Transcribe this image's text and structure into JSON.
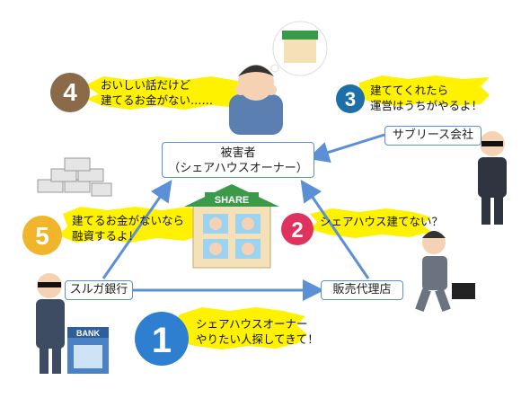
{
  "nodes": {
    "victim": {
      "line1": "被害者",
      "line2": "（シェアハウスオーナー）"
    },
    "sublease": "サブリース会社",
    "bank": "スルガ銀行",
    "agent": "販売代理店"
  },
  "steps": [
    {
      "num": "1",
      "line1": "シェアハウスオーナー",
      "line2": "やりたい人探してきて！",
      "color": "#2f7fd0"
    },
    {
      "num": "2",
      "line1": "シェアハウス建てない？",
      "line2": "",
      "color": "#e0325f"
    },
    {
      "num": "3",
      "line1": "建ててくれたら",
      "line2": "運営はうちがやるよ！",
      "color": "#1d6fa8"
    },
    {
      "num": "4",
      "line1": "おいしい話だけど",
      "line2": "建てるお金がない……",
      "color": "#8a6a48"
    },
    {
      "num": "5",
      "line1": "建てるお金がないなら",
      "line2": "融資するよ！",
      "color": "#f1b52a"
    }
  ],
  "images": {
    "share_sign": "SHARE",
    "bank_sign": "BANK"
  },
  "colors": {
    "arrow": "#5b8fd6",
    "burst": "#fff200"
  }
}
